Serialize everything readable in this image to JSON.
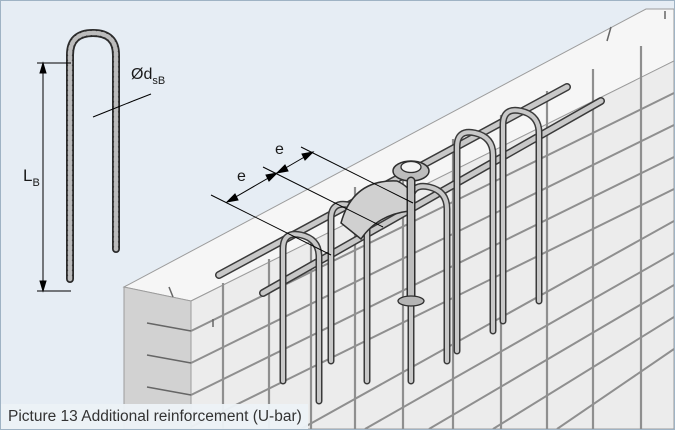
{
  "labels": {
    "length": "L",
    "length_sub": "B",
    "diameter": "Ød",
    "diameter_sub": "sB",
    "spacing": "e"
  },
  "caption": "Picture 13  Additional reinforcement (U-bar)",
  "colors": {
    "panel_background": "#e6edf4",
    "panel_border": "#9fb3c4",
    "concrete_face": "#f0f0f0",
    "concrete_top": "#f6f6f6",
    "concrete_edge": "#d2d2d2",
    "rebar_fill": "#c4c4c4",
    "rebar_outline": "#3a3a3a",
    "dimension_line": "#000000"
  },
  "icons": {
    "u_bar": "ribbed-u-bar-icon",
    "lifting_anchor": "lifting-anchor-icon"
  }
}
